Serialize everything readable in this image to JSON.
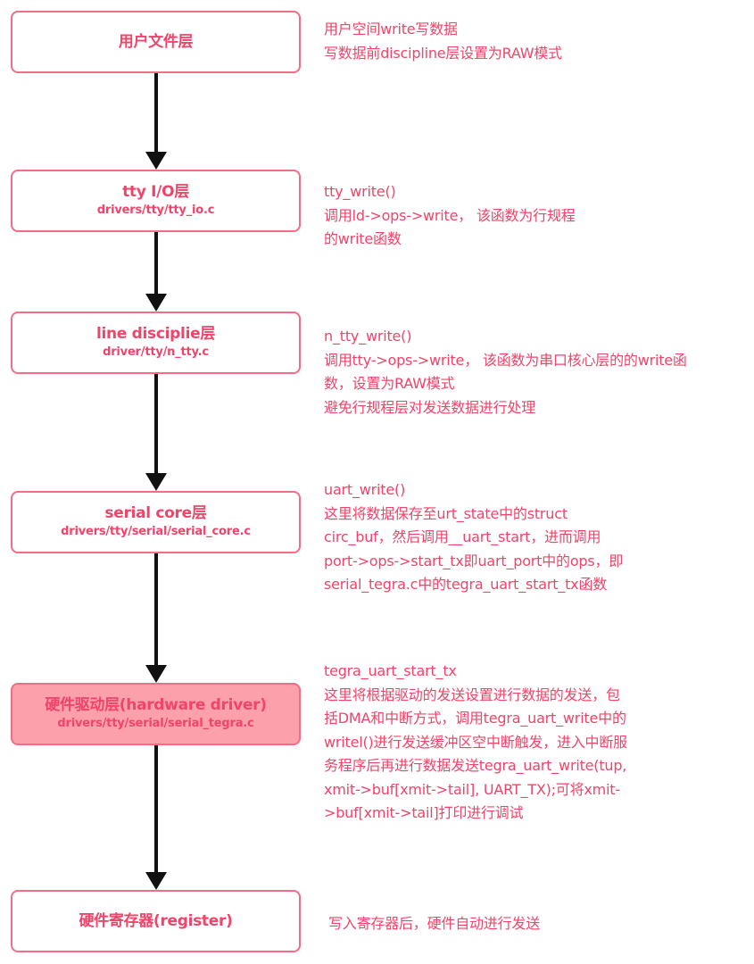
{
  "layers": [
    {
      "title": "用户文件层",
      "subtitle": "",
      "highlight": false,
      "notes": [
        "用户空间write写数据",
        "写数据前discipline层设置为RAW模式"
      ]
    },
    {
      "title": "tty I/O层",
      "subtitle": "drivers/tty/tty_io.c",
      "highlight": false,
      "notes": [
        "tty_write()",
        "调用ld->ops->write， 该函数为行规程",
        "的write函数"
      ]
    },
    {
      "title": "line disciplie层",
      "subtitle": "driver/tty/n_tty.c",
      "highlight": false,
      "notes": [
        "n_tty_write()",
        "调用tty->ops->write， 该函数为串口核心层的的write函",
        "数，设置为RAW模式",
        "避免行规程层对发送数据进行处理"
      ]
    },
    {
      "title": "serial core层",
      "subtitle": "drivers/tty/serial/serial_core.c",
      "highlight": false,
      "notes": [
        "uart_write()",
        "这里将数据保存至urt_state中的struct",
        "circ_buf，然后调用__uart_start，进而调用",
        "port->ops->start_tx即uart_port中的ops，即",
        "serial_tegra.c中的tegra_uart_start_tx函数"
      ]
    },
    {
      "title": "硬件驱动层(hardware driver)",
      "subtitle": "drivers/tty/serial/serial_tegra.c",
      "highlight": true,
      "notes": [
        "tegra_uart_start_tx",
        "这里将根据驱动的发送设置进行数据的发送，包",
        "括DMA和中断方式，调用tegra_uart_write中的",
        "writel()进行发送缓冲区空中断触发，进入中断服",
        "务程序后再进行数据发送tegra_uart_write(tup,",
        "xmit->buf[xmit->tail], UART_TX);可将xmit-",
        ">buf[xmit->tail]打印进行调试"
      ]
    },
    {
      "title": "硬件寄存器(register)",
      "subtitle": "",
      "highlight": false,
      "notes": [
        "写入寄存器后，硬件自动进行发送"
      ]
    }
  ],
  "colors": {
    "accent": "#f0446a",
    "border": "#f06e86",
    "highlight_fill": "#fca1ac",
    "arrow": "#111111"
  }
}
